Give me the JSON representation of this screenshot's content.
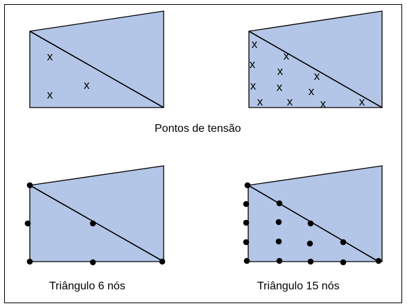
{
  "colors": {
    "fill": "#b4c6e7",
    "stroke": "#000000",
    "background": "#ffffff"
  },
  "captions": {
    "stress_points": "Pontos de tensão",
    "six_node": "Triângulo 6 nós",
    "fifteen_node": "Triângulo 15 nós"
  },
  "marker_glyph": "x",
  "panels": {
    "stress_left": {
      "label": "stress points (3)"
    },
    "stress_right": {
      "label": "stress points (12)"
    },
    "nodes_left": {
      "label": "6-node triangle nodes"
    },
    "nodes_right": {
      "label": "15-node triangle nodes"
    }
  }
}
